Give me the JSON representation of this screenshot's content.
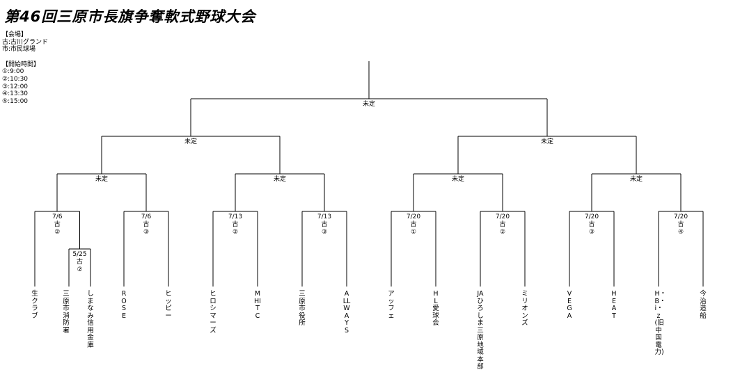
{
  "title": "第46回三原市長旗争奪軟式野球大会",
  "info": {
    "venue_heading": "【会場】",
    "venues": [
      "古:古川グランド",
      "市:市民球場"
    ],
    "time_heading": "【開始時間】",
    "times": [
      "①:9:00",
      "②:10:30",
      "③:12:00",
      "④:13:30",
      "⑤:15:00"
    ]
  },
  "teams": [
    "生クラブ",
    "三原市消防署",
    "しまなみ信用金庫",
    "ROSE",
    "ヒッピー",
    "ヒロシマーズ",
    "MHITC",
    "三原市役所",
    "ALLWAYS",
    "アッフェ",
    "HL愛球会",
    "JAひろしま三原地域本部",
    "ミリオンズ",
    "VEGA",
    "HEAT",
    "H・B・i・z(旧中国電力)",
    "今治造船"
  ],
  "matches": {
    "prelim": {
      "date": "5/25",
      "venue": "古",
      "time": "②"
    },
    "round1": [
      {
        "date": "7/6",
        "venue": "古",
        "time": "②"
      },
      {
        "date": "7/6",
        "venue": "古",
        "time": "③"
      },
      {
        "date": "7/13",
        "venue": "古",
        "time": "②"
      },
      {
        "date": "7/13",
        "venue": "古",
        "time": "③"
      },
      {
        "date": "7/20",
        "venue": "古",
        "time": "①"
      },
      {
        "date": "7/20",
        "venue": "古",
        "time": "②"
      },
      {
        "date": "7/20",
        "venue": "古",
        "time": "③"
      },
      {
        "date": "7/20",
        "venue": "古",
        "time": "④"
      }
    ],
    "quarter": [
      "未定",
      "未定",
      "未定",
      "未定"
    ],
    "semi": [
      "未定",
      "未定"
    ],
    "final": "未定"
  }
}
